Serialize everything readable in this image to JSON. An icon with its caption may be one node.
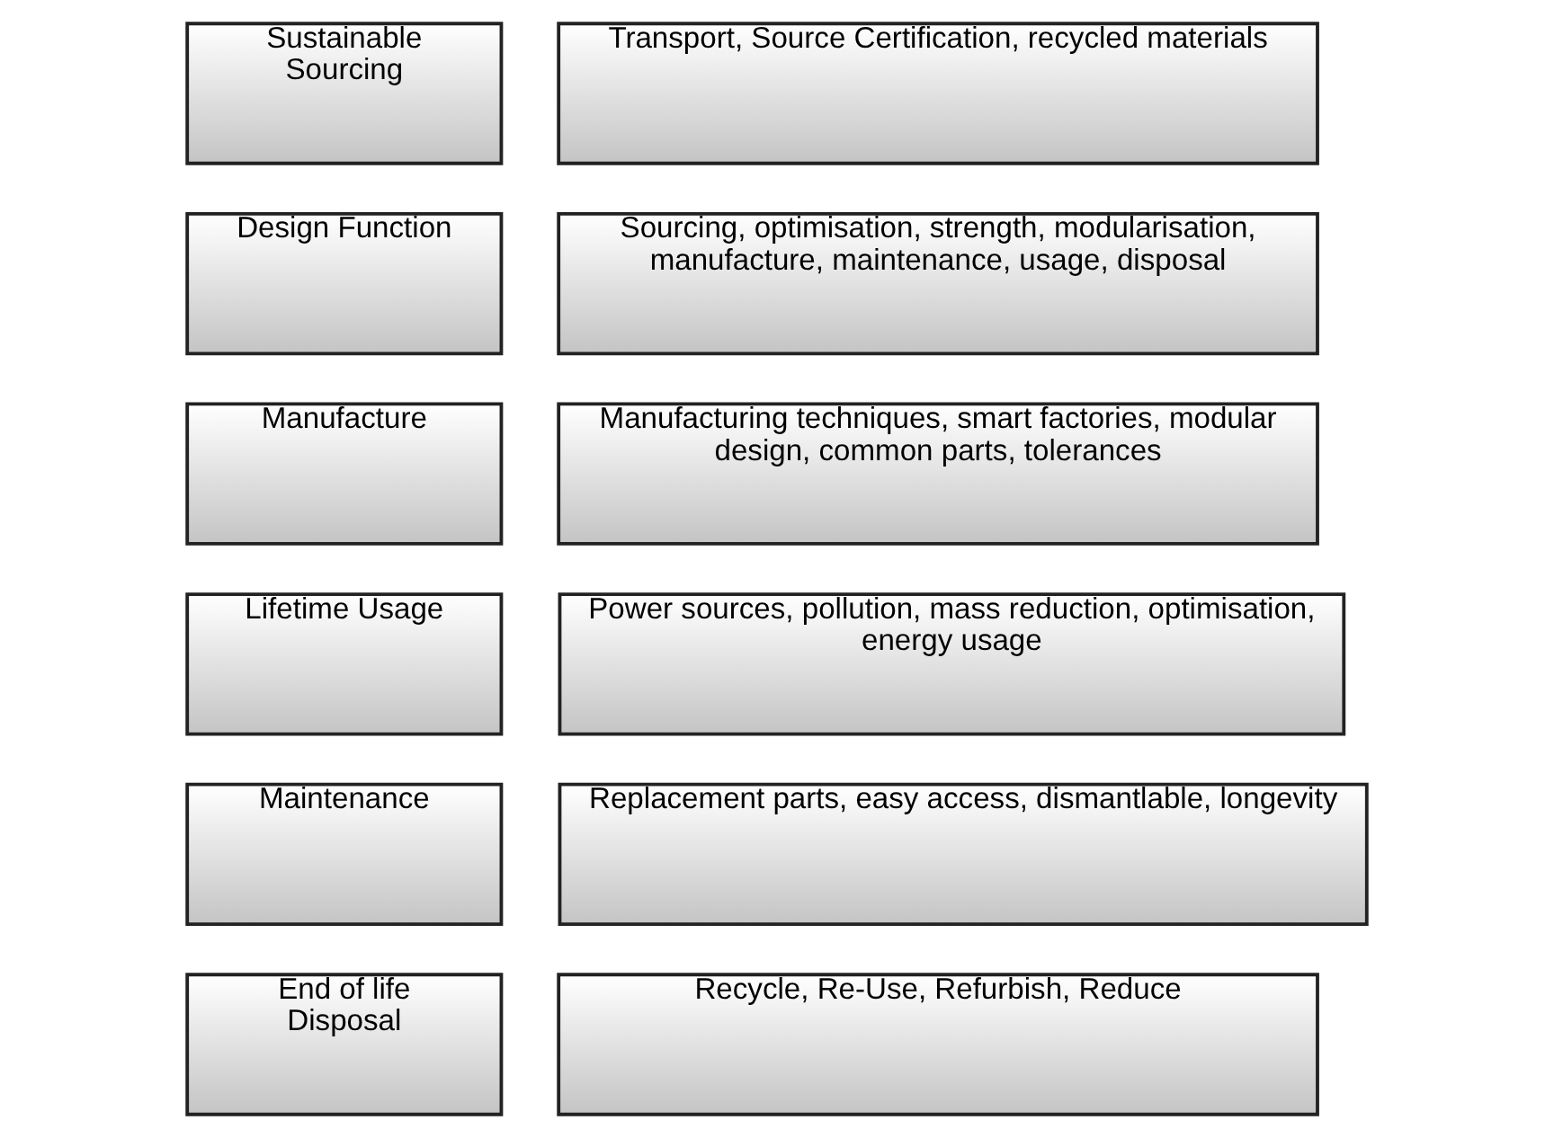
{
  "diagram": {
    "nodes": [
      {
        "text": [
          "Sustainable Sourcing"
        ]
      },
      {
        "text": [
          "Transport, Source Certification, recycled materials"
        ]
      },
      {
        "text": [
          "Design Function"
        ]
      },
      {
        "text": [
          "Sourcing, optimisation, strength, modularisation, manufacture, maintenance, usage, disposal"
        ]
      },
      {
        "text": [
          "Manufacture"
        ]
      },
      {
        "text": [
          "Manufacturing techniques, smart factories, modular design, common parts, tolerances"
        ]
      },
      {
        "text": [
          "Lifetime Usage"
        ]
      },
      {
        "text": [
          "Power sources, pollution, mass reduction, optimisation, energy usage"
        ]
      },
      {
        "text": [
          "Maintenance"
        ]
      },
      {
        "text": [
          "Replacement parts, easy access, dismantlable, longevity"
        ]
      },
      {
        "text": [
          "End of life Disposal"
        ]
      },
      {
        "text": [
          "Recycle, Re-Use, Refurbish, Reduce"
        ]
      }
    ],
    "edges": []
  }
}
